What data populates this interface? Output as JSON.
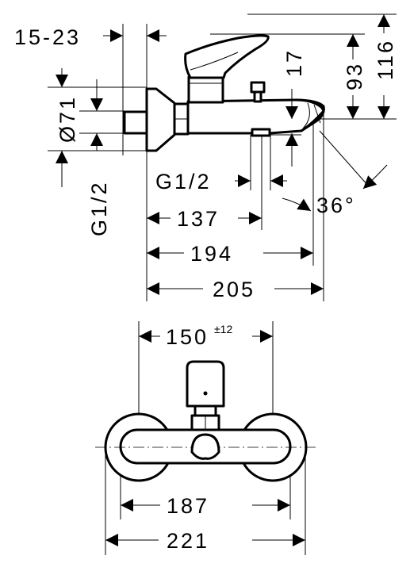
{
  "side_view": {
    "dims": {
      "wall_offset": "15-23",
      "rosette_diameter": "Ø71",
      "inlet_thread_left": "G1/2",
      "height_17": "17",
      "height_93": "93",
      "height_116": "116",
      "outlet_thread": "G1/2",
      "projection_137": "137",
      "projection_194": "194",
      "projection_205": "205",
      "spout_angle": "36°"
    }
  },
  "front_view": {
    "dims": {
      "centers": "150",
      "centers_tolerance": "±12",
      "width_187": "187",
      "width_221": "221"
    }
  }
}
